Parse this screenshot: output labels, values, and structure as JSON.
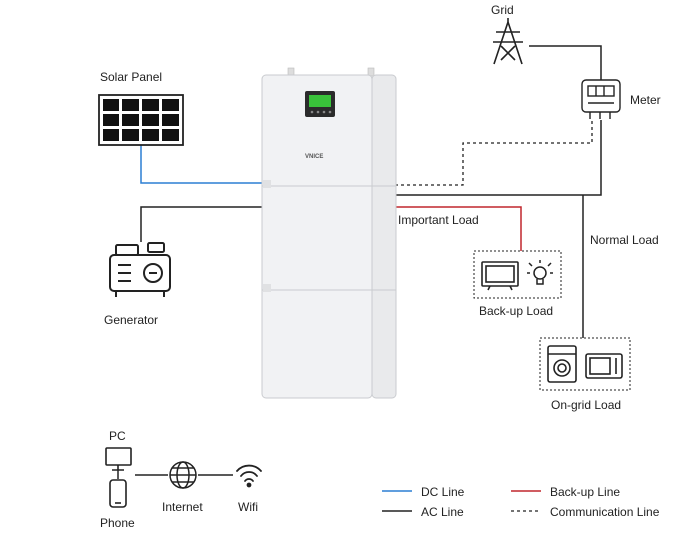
{
  "labels": {
    "grid": "Grid",
    "meter": "Meter",
    "solar_panel": "Solar Panel",
    "generator": "Generator",
    "important_load": "Important Load",
    "normal_load": "Normal Load",
    "backup_load": "Back-up Load",
    "ongrid_load": "On-grid Load",
    "pc": "PC",
    "phone": "Phone",
    "internet": "Internet",
    "wifi": "Wifi",
    "brand": "VNICE"
  },
  "legend": [
    {
      "label": "DC Line",
      "color": "#2b7fd4",
      "style": "solid"
    },
    {
      "label": "AC Line",
      "color": "#222222",
      "style": "solid"
    },
    {
      "label": "Back-up Line",
      "color": "#c0262d",
      "style": "solid"
    },
    {
      "label": "Communication Line",
      "color": "#222222",
      "style": "dashed"
    }
  ],
  "colors": {
    "dc_line": "#2b7fd4",
    "ac_line": "#222222",
    "backup_line": "#c0262d",
    "screen": "#39c23a",
    "unit_body": "#f1f2f4"
  },
  "icons": [
    "grid-tower-icon",
    "meter-icon",
    "solar-panel-icon",
    "generator-icon",
    "tv-icon",
    "bulb-icon",
    "washing-machine-icon",
    "microwave-icon",
    "pc-icon",
    "phone-icon",
    "globe-icon",
    "wifi-icon"
  ]
}
